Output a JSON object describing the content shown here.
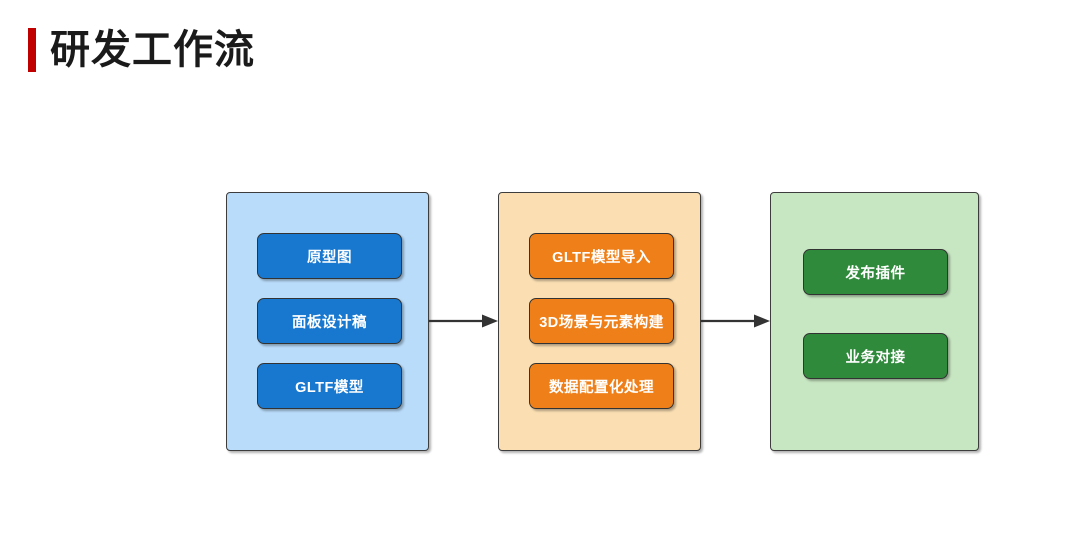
{
  "slide": {
    "title": "研发工作流",
    "accent_color": "#c00000",
    "background_color": "#ffffff"
  },
  "diagram": {
    "type": "flow",
    "stages": [
      {
        "id": "design",
        "container_color": "#b9dcfa",
        "card_color": "#1878d0",
        "cards": [
          {
            "label": "原型图"
          },
          {
            "label": "面板设计稿"
          },
          {
            "label": "GLTF模型"
          }
        ]
      },
      {
        "id": "build",
        "container_color": "#fbdfb3",
        "card_color": "#ef8019",
        "cards": [
          {
            "label": "GLTF模型导入"
          },
          {
            "label": "3D场景与元素构建"
          },
          {
            "label": "数据配置化处理"
          }
        ]
      },
      {
        "id": "release",
        "container_color": "#c7e6c2",
        "card_color": "#2f8a3b",
        "cards": [
          {
            "label": "发布插件"
          },
          {
            "label": "业务对接"
          }
        ]
      }
    ],
    "connectors": [
      {
        "from": "design",
        "to": "build",
        "style": "arrow-right",
        "color": "#333333"
      },
      {
        "from": "build",
        "to": "release",
        "style": "arrow-right",
        "color": "#333333"
      }
    ]
  }
}
